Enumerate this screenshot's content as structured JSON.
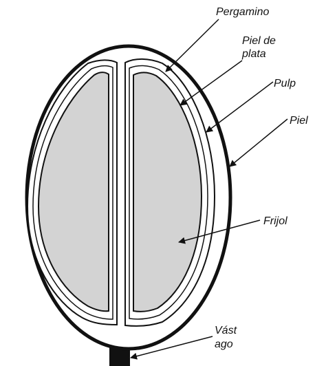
{
  "diagram": {
    "labels": {
      "pergamino": "Pergamino",
      "piel_de_plata_line1": "Piel de",
      "piel_de_plata_line2": "plata",
      "pulp": "Pulp",
      "piel": "Piel",
      "frijol": "Frijol",
      "vastago_line1": "Vást",
      "vastago_line2": "ago"
    },
    "colors": {
      "outline": "#111111",
      "bean_fill": "#d3d3d3",
      "background": "#ffffff"
    }
  }
}
